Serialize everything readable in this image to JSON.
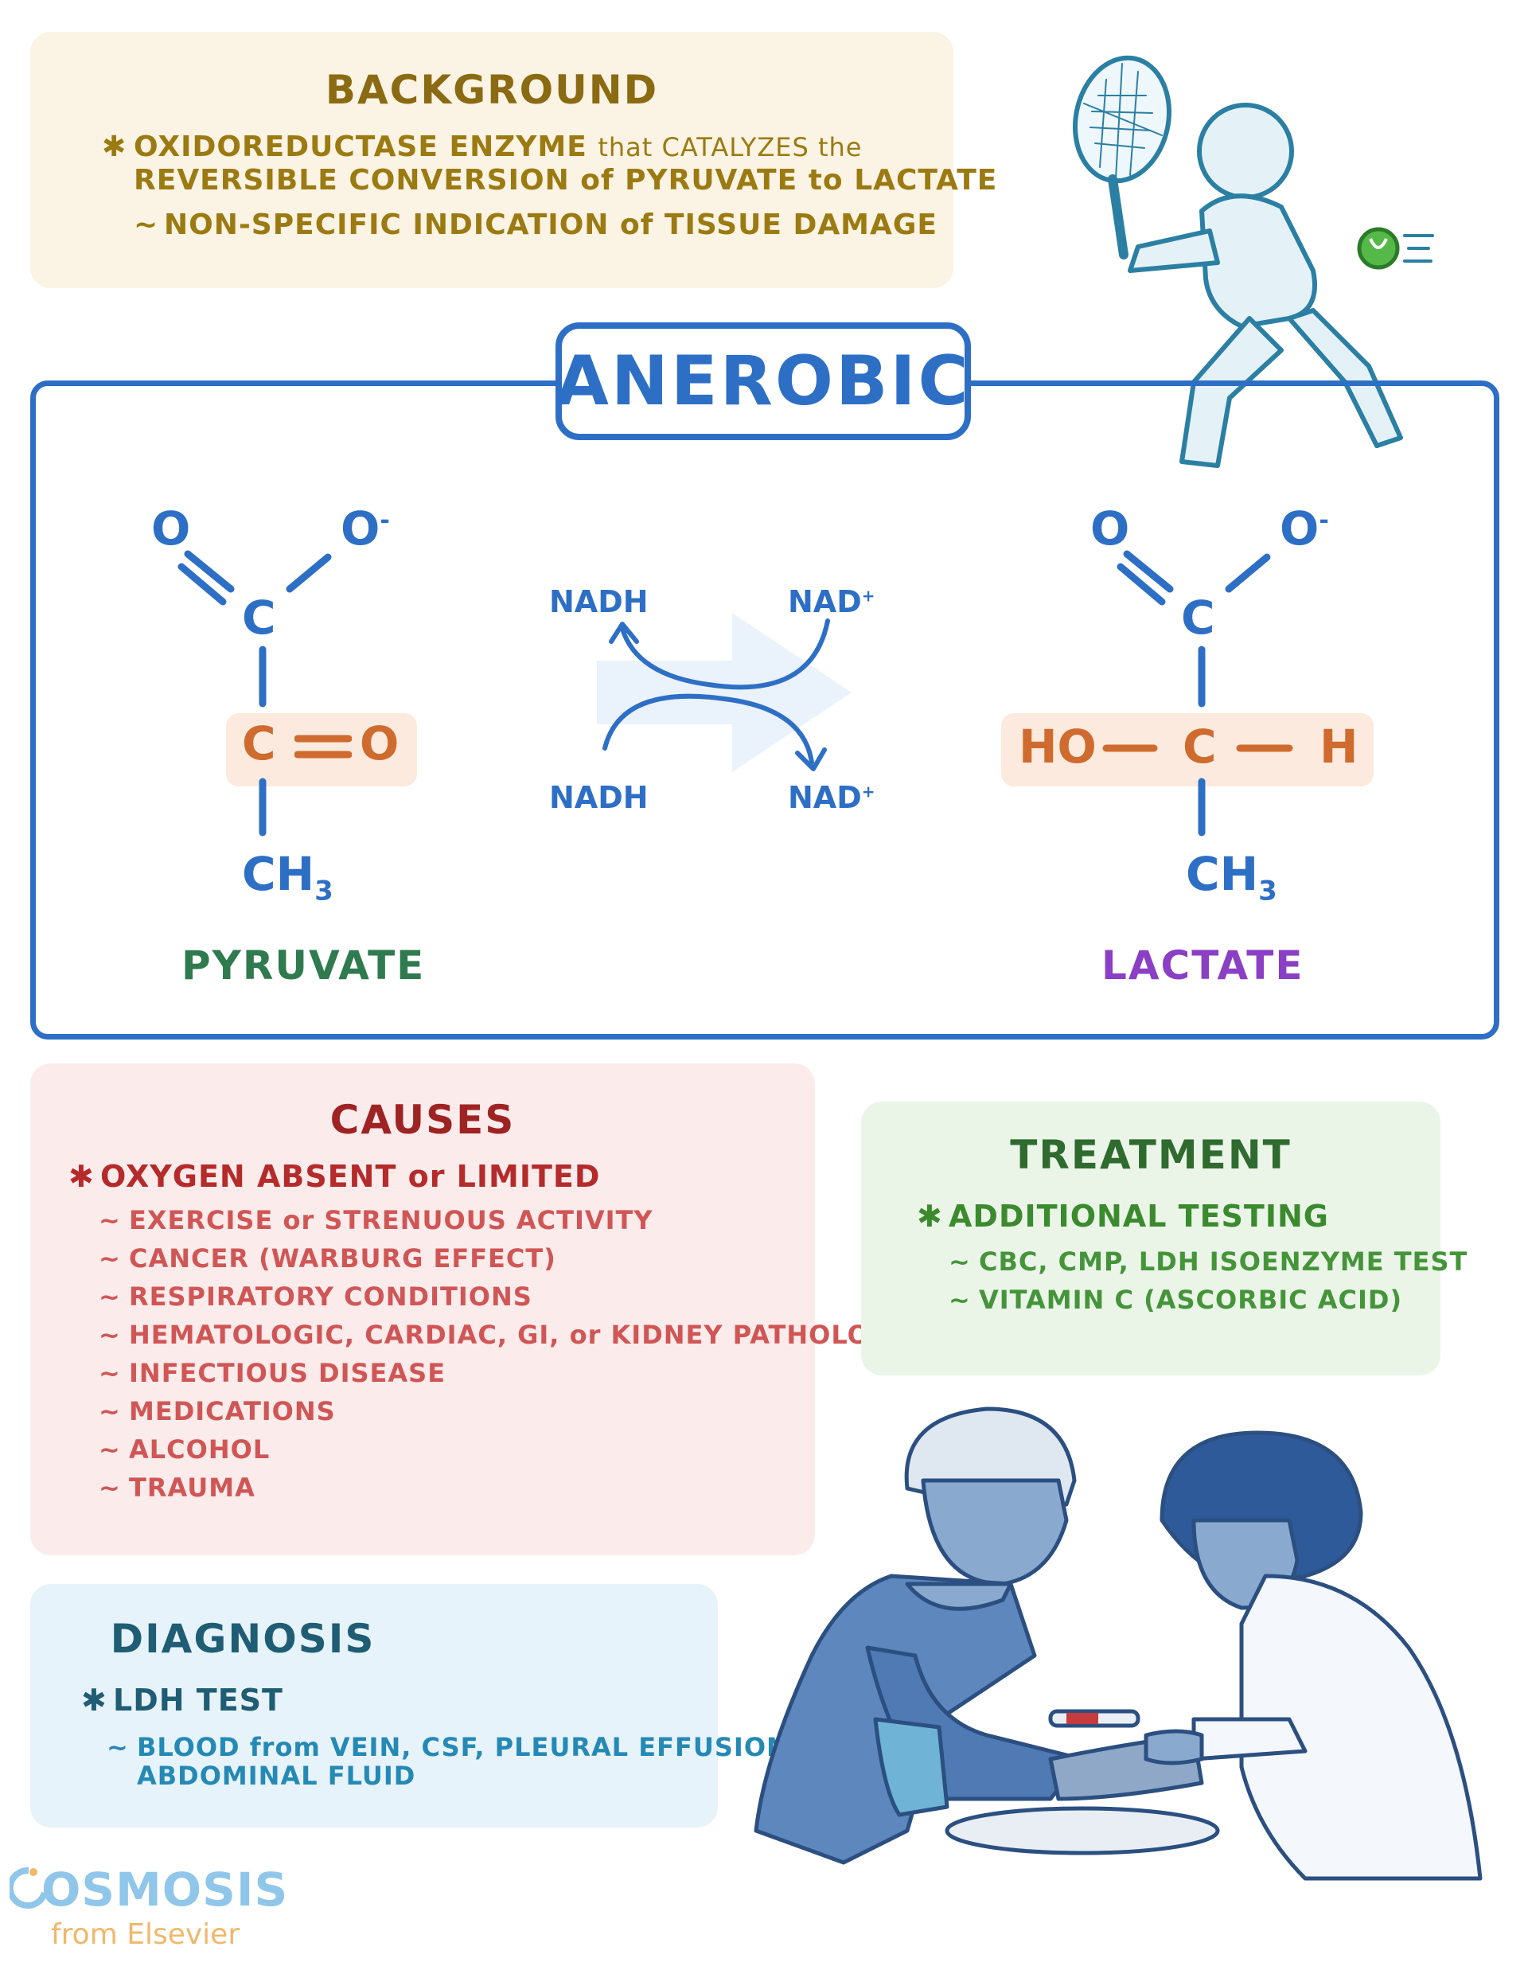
{
  "background": {
    "title": "BACKGROUND",
    "bullet": "OXIDOREDUCTASE ENZYME",
    "bullet_rest_1": "that CATALYZES the",
    "bullet_line2": "REVERSIBLE CONVERSION of PYRUVATE to LACTATE",
    "sub": "NON-SPECIFIC INDICATION of TISSUE DAMAGE"
  },
  "anerobic": {
    "title": "ANEROBIC",
    "pyruvate": {
      "o": "O",
      "o_minus": "O",
      "c": "C",
      "c_dbl_o_c": "C",
      "c_dbl_o_o": "O",
      "ch3": "CH",
      "sub3": "3",
      "name": "PYRUVATE"
    },
    "lactate": {
      "o": "O",
      "o_minus": "O",
      "c": "C",
      "ho": "HO",
      "c_mid": "C",
      "h": "H",
      "ch3": "CH",
      "sub3": "3",
      "name": "LACTATE"
    },
    "reaction": {
      "top_left": "NADH",
      "top_right": "NAD",
      "bottom_left": "NADH",
      "bottom_right": "NAD"
    }
  },
  "causes": {
    "title": "CAUSES",
    "main": "OXYGEN ABSENT or LIMITED",
    "items": [
      "EXERCISE or STRENUOUS ACTIVITY",
      "CANCER (WARBURG EFFECT)",
      "RESPIRATORY CONDITIONS",
      "HEMATOLOGIC, CARDIAC, GI, or KIDNEY PATHOLOGIES",
      "INFECTIOUS DISEASE",
      "MEDICATIONS",
      "ALCOHOL",
      "TRAUMA"
    ]
  },
  "treatment": {
    "title": "TREATMENT",
    "main": "ADDITIONAL TESTING",
    "items": [
      "CBC, CMP, LDH ISOENZYME TEST",
      "VITAMIN C (ASCORBIC ACID)"
    ]
  },
  "diagnosis": {
    "title": "DIAGNOSIS",
    "main": "LDH TEST",
    "item_line1": "BLOOD from VEIN, CSF, PLEURAL EFFUSION,",
    "item_line2": "ABDOMINAL FLUID"
  },
  "logo": {
    "word": "OSMOSIS",
    "sub": "from Elsevier"
  },
  "colors": {
    "blue": "#2e6fc6",
    "orange": "#cf6b2e",
    "green": "#2f7a4e",
    "purple": "#8a3fc4",
    "bg_card": "#fbf3e3",
    "causes_card": "#fcebeb",
    "treat_card": "#eaf5e8",
    "diag_card": "#e7f3fa"
  },
  "icons": [
    "tennis-player-illustration",
    "tennis-ball-icon",
    "blood-draw-illustration",
    "reaction-arrow-icon"
  ]
}
